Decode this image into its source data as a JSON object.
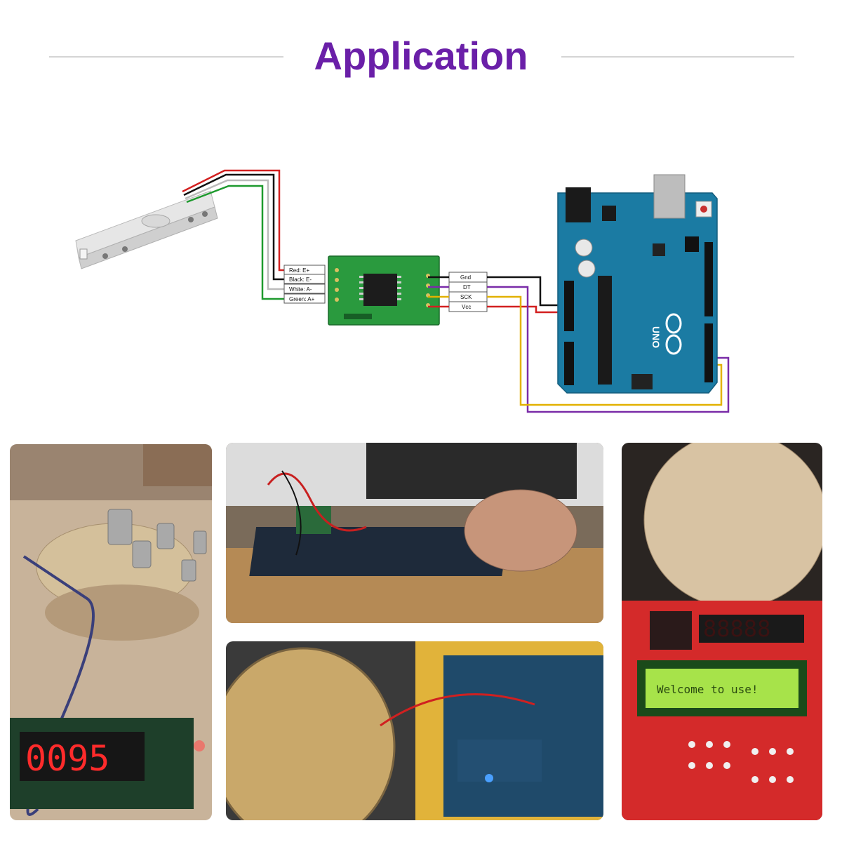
{
  "title": "Application",
  "colors": {
    "title": "#6a1fa8",
    "rule": "#d4d4d4",
    "arduino_board": "#1b7ba3",
    "hx711_board": "#2a9a3e",
    "wire_red": "#d32020",
    "wire_black": "#111111",
    "wire_white": "#bbbbbb",
    "wire_green": "#1e9a2e",
    "wire_purple": "#7a2ca8",
    "wire_yellow": "#e2b100"
  },
  "load_cell_pins": [
    "Red: E+",
    "Black: E-",
    "White: A-",
    "Green: A+"
  ],
  "hx711_pins": [
    "Gnd",
    "DT",
    "SCK",
    "Vcc"
  ],
  "arduino_logo_text": "UNO",
  "photos": {
    "display_digits": "0095",
    "lcd_text": "Welcome to use!"
  }
}
